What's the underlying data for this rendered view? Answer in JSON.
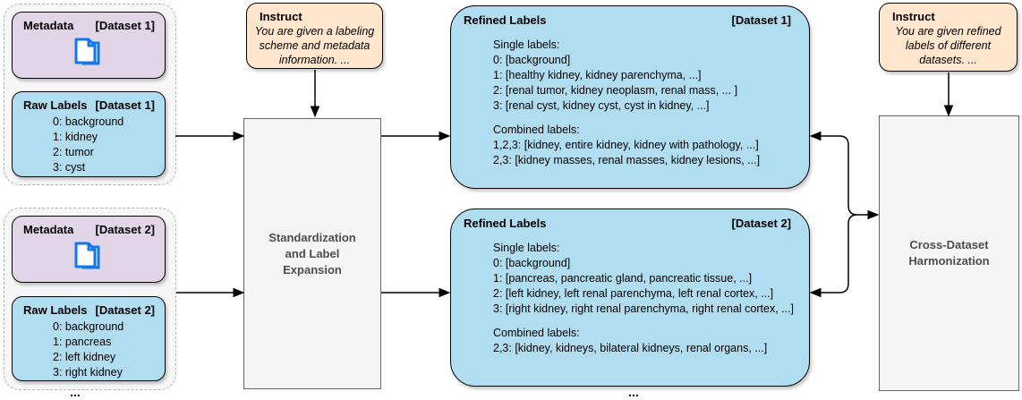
{
  "diagram": {
    "ellipsis": "...",
    "colors": {
      "metadata_fill": "#e1d5e7",
      "labels_fill": "#b1ddf0",
      "instruct_fill": "#ffe6cc",
      "process_fill": "#f5f5f5",
      "icon_blue": "#1276ec"
    },
    "groups": [
      {
        "metadata": {
          "title": "Metadata",
          "tag": "[Dataset 1]",
          "icon": "documents-icon"
        },
        "raw_labels": {
          "title": "Raw Labels",
          "tag": "[Dataset 1]",
          "items": [
            "0: background",
            "1: kidney",
            "2: tumor",
            "3: cyst"
          ]
        }
      },
      {
        "metadata": {
          "title": "Metadata",
          "tag": "[Dataset 2]",
          "icon": "documents-icon"
        },
        "raw_labels": {
          "title": "Raw Labels",
          "tag": "[Dataset 2]",
          "items": [
            "0: background",
            "1: pancreas",
            "2: left kidney",
            "3: right kidney"
          ]
        }
      }
    ],
    "instruct_left": {
      "title": "Instruct",
      "body": "You are given a labeling scheme and metadata information. ..."
    },
    "instruct_right": {
      "title": "Instruct",
      "body": "You are given refined labels of different datasets. ..."
    },
    "process_left": {
      "label": "Standardization and Label Expansion"
    },
    "process_right": {
      "label": "Cross-Dataset Harmonization"
    },
    "refined": [
      {
        "title": "Refined Labels",
        "tag": "[Dataset 1]",
        "single_header": "Single labels:",
        "single": [
          "0: [background]",
          "1: [healthy kidney, kidney parenchyma, ...]",
          "2: [renal tumor, kidney neoplasm, renal mass, ... ]",
          "3: [renal cyst, kidney cyst, cyst in kidney, ...]"
        ],
        "combined_header": "Combined labels:",
        "combined": [
          "1,2,3: [kidney, entire kidney, kidney with pathology, ...]",
          "2,3: [kidney masses, renal masses, kidney lesions, ...]"
        ]
      },
      {
        "title": "Refined Labels",
        "tag": "[Dataset 2]",
        "single_header": "Single labels:",
        "single": [
          "0: [background]",
          "1: [pancreas, pancreatic gland, pancreatic tissue, ...]",
          "2: [left kidney, left renal parenchyma, left renal cortex, ...]",
          "3: [right kidney, right renal parenchyma, right renal cortex, ...]"
        ],
        "combined_header": "Combined labels:",
        "combined": [
          "2,3: [kidney, kidneys, bilateral kidneys, renal organs, ...]"
        ]
      }
    ]
  }
}
